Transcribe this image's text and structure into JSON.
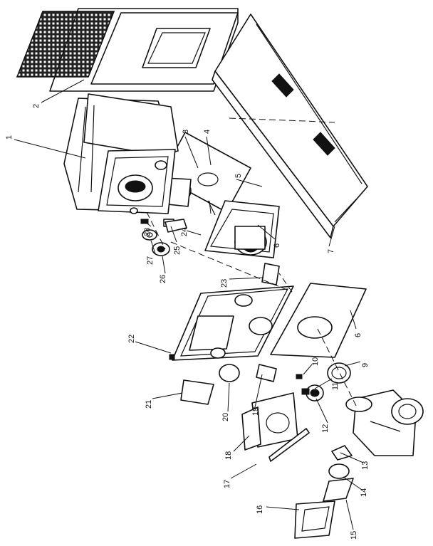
{
  "callouts": [
    {
      "id": "p1",
      "label": "1"
    },
    {
      "id": "p2",
      "label": "2"
    },
    {
      "id": "p3",
      "label": "3"
    },
    {
      "id": "p4",
      "label": "4"
    },
    {
      "id": "p5",
      "label": "5"
    },
    {
      "id": "p6a",
      "label": "6"
    },
    {
      "id": "p7",
      "label": "7"
    },
    {
      "id": "p6b",
      "label": "6"
    },
    {
      "id": "p9",
      "label": "9"
    },
    {
      "id": "p10",
      "label": "10"
    },
    {
      "id": "p11",
      "label": "11"
    },
    {
      "id": "p12",
      "label": "12"
    },
    {
      "id": "p13",
      "label": "13"
    },
    {
      "id": "p14",
      "label": "14"
    },
    {
      "id": "p15",
      "label": "15"
    },
    {
      "id": "p16",
      "label": "16"
    },
    {
      "id": "p17",
      "label": "17"
    },
    {
      "id": "p18",
      "label": "18"
    },
    {
      "id": "p19",
      "label": "19"
    },
    {
      "id": "p20",
      "label": "20"
    },
    {
      "id": "p21",
      "label": "21"
    },
    {
      "id": "p22",
      "label": "22"
    },
    {
      "id": "p23",
      "label": "23"
    },
    {
      "id": "p24",
      "label": "24"
    },
    {
      "id": "p25",
      "label": "25"
    },
    {
      "id": "p26",
      "label": "26"
    },
    {
      "id": "p27",
      "label": "27"
    },
    {
      "id": "p28",
      "label": "28"
    }
  ]
}
